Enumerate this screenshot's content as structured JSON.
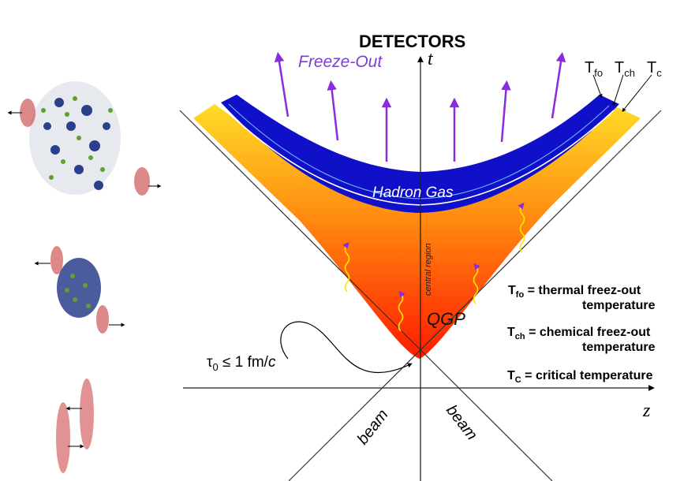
{
  "title": "DETECTORS",
  "axes": {
    "t": "t",
    "z": "z"
  },
  "labels": {
    "freeze_out": "Freeze-Out",
    "hadron_gas": "Hadron Gas",
    "qgp": "QGP",
    "central_region": "central region",
    "beam_left": "beam",
    "beam_right": "beam",
    "tau_main": "τ",
    "tau_sub": "0",
    "tau_rest": " ≤ 1 fm/",
    "tau_c": "c"
  },
  "temperatures": [
    {
      "main": "T",
      "sub": "fo"
    },
    {
      "main": "T",
      "sub": "ch"
    },
    {
      "main": "T",
      "sub": "c"
    }
  ],
  "legend": [
    {
      "symbol": "T",
      "sub": "fo",
      "line1": " = thermal freez-out",
      "line2": "temperature"
    },
    {
      "symbol": "T",
      "sub": "ch",
      "line1": " = chemical freez-out",
      "line2": "temperature"
    },
    {
      "symbol": "T",
      "sub": "C",
      "line1": " = critical temperature",
      "line2": ""
    }
  ],
  "colors": {
    "hadron_band": "#1010c8",
    "qgp_top": "#ffd21f",
    "qgp_bottom": "#ff2200",
    "freeze_arrow": "#8a2be2",
    "wave": "#ffe600"
  }
}
